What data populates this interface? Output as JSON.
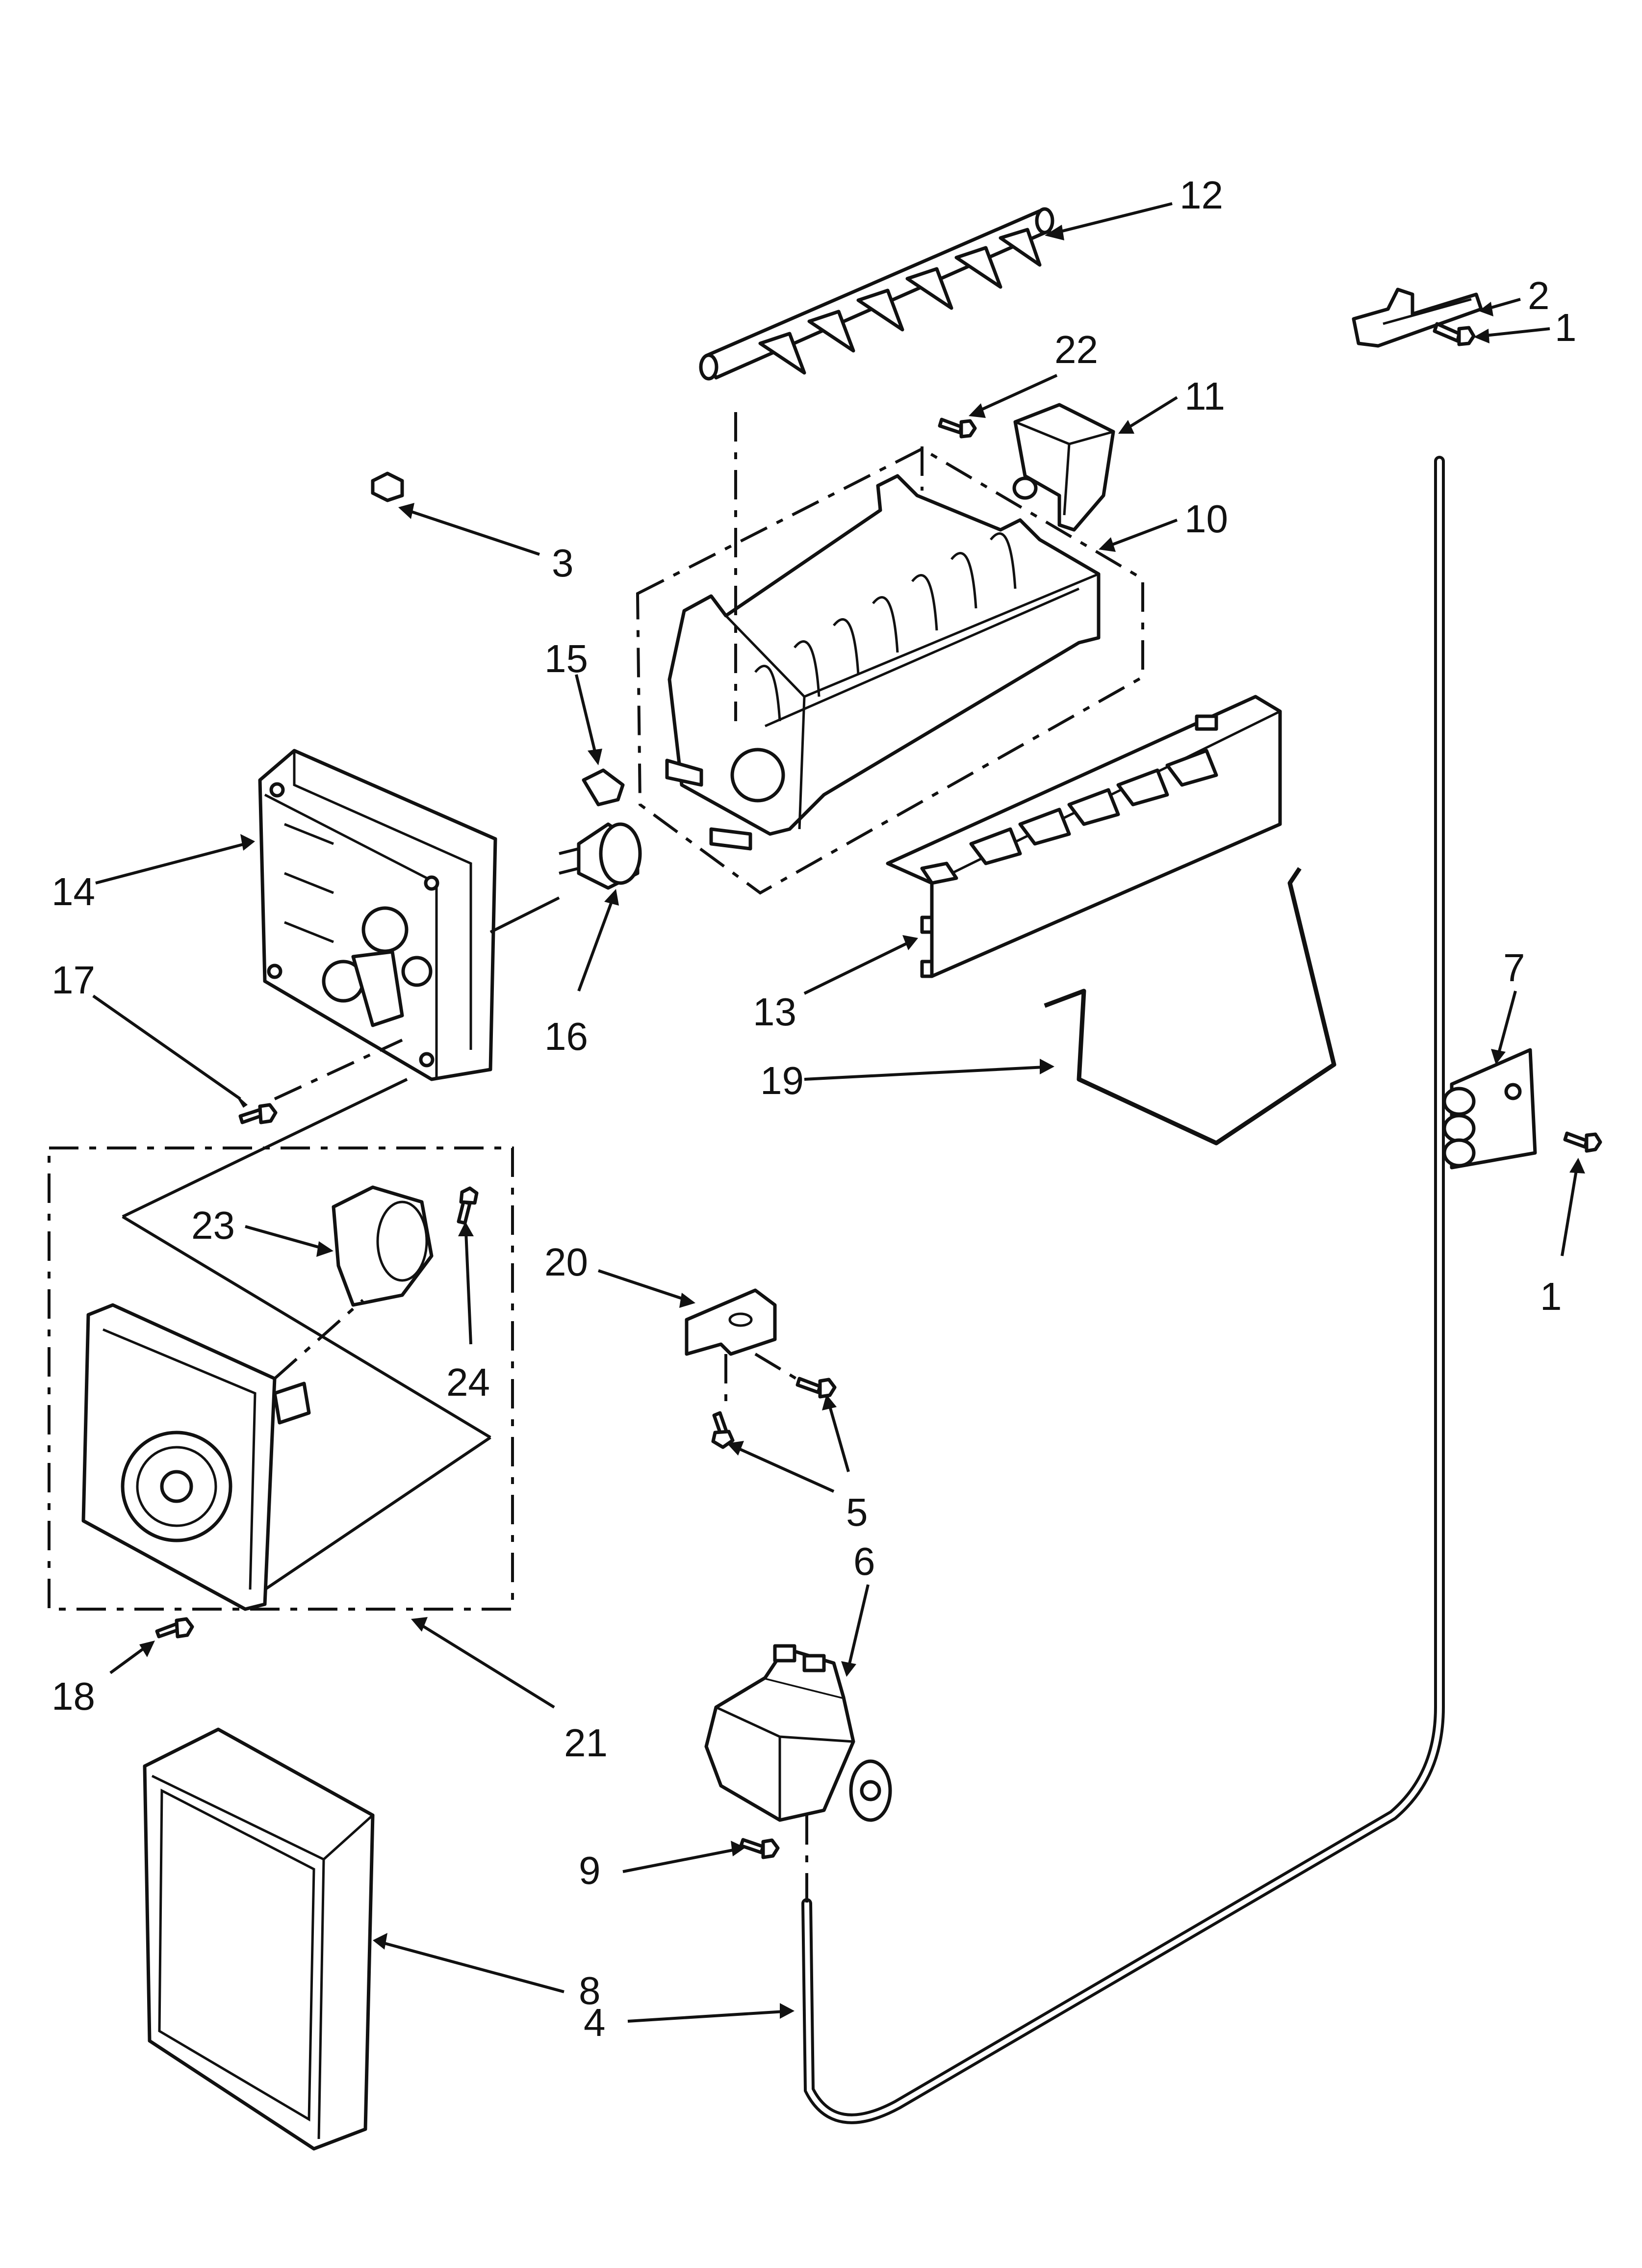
{
  "callouts": [
    "1",
    "1",
    "2",
    "3",
    "4",
    "5",
    "6",
    "7",
    "8",
    "9",
    "10",
    "11",
    "12",
    "13",
    "14",
    "15",
    "16",
    "17",
    "18",
    "19",
    "20",
    "21",
    "22",
    "23",
    "24"
  ],
  "parts": [
    {
      "id": "12",
      "name": "ice-stripper-ejector-icon"
    },
    {
      "id": "2",
      "name": "fill-cup-bracket-icon"
    },
    {
      "id": "11",
      "name": "fill-cup-icon"
    },
    {
      "id": "10",
      "name": "ice-mold-icon"
    },
    {
      "id": "13",
      "name": "ice-stripper-icon"
    },
    {
      "id": "14",
      "name": "module-housing-icon"
    },
    {
      "id": "16",
      "name": "thermostat-icon"
    },
    {
      "id": "19",
      "name": "shutoff-arm-icon"
    },
    {
      "id": "7",
      "name": "tube-clamp-icon"
    },
    {
      "id": "20",
      "name": "valve-bracket-icon"
    },
    {
      "id": "21",
      "name": "control-module-kit-icon"
    },
    {
      "id": "23",
      "name": "motor-icon"
    },
    {
      "id": "6",
      "name": "water-valve-icon"
    },
    {
      "id": "8",
      "name": "cover-icon"
    },
    {
      "id": "4",
      "name": "water-tube-icon"
    },
    {
      "id": "screws",
      "name": "screw-icon"
    }
  ]
}
